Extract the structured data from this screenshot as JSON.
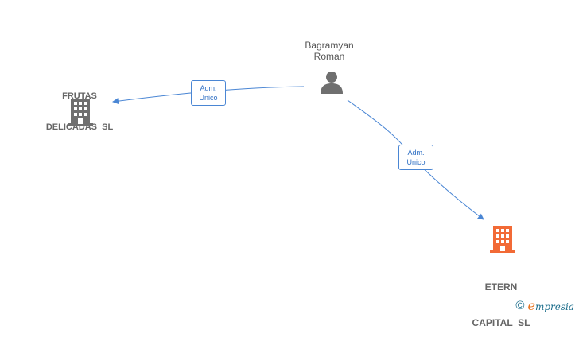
{
  "nodes": {
    "person": {
      "name_line1": "Bagramyan",
      "name_line2": "Roman",
      "icon": "person-icon"
    },
    "company1": {
      "name_line1": "FRUTAS",
      "name_line2": "DELICADAS  SL",
      "icon": "building-icon",
      "color": "#6f6f6f"
    },
    "company2": {
      "name_line1": "ETERN",
      "name_line2": "CAPITAL  SL",
      "icon": "building-icon",
      "color": "#f26a36"
    }
  },
  "edges": [
    {
      "line1": "Adm.",
      "line2": "Unico"
    },
    {
      "line1": "Adm.",
      "line2": "Unico"
    }
  ],
  "colors": {
    "edge": "#4a86d4"
  },
  "watermark": {
    "copyright": "©",
    "brand_initial": "e",
    "brand_rest": "mpresia"
  }
}
